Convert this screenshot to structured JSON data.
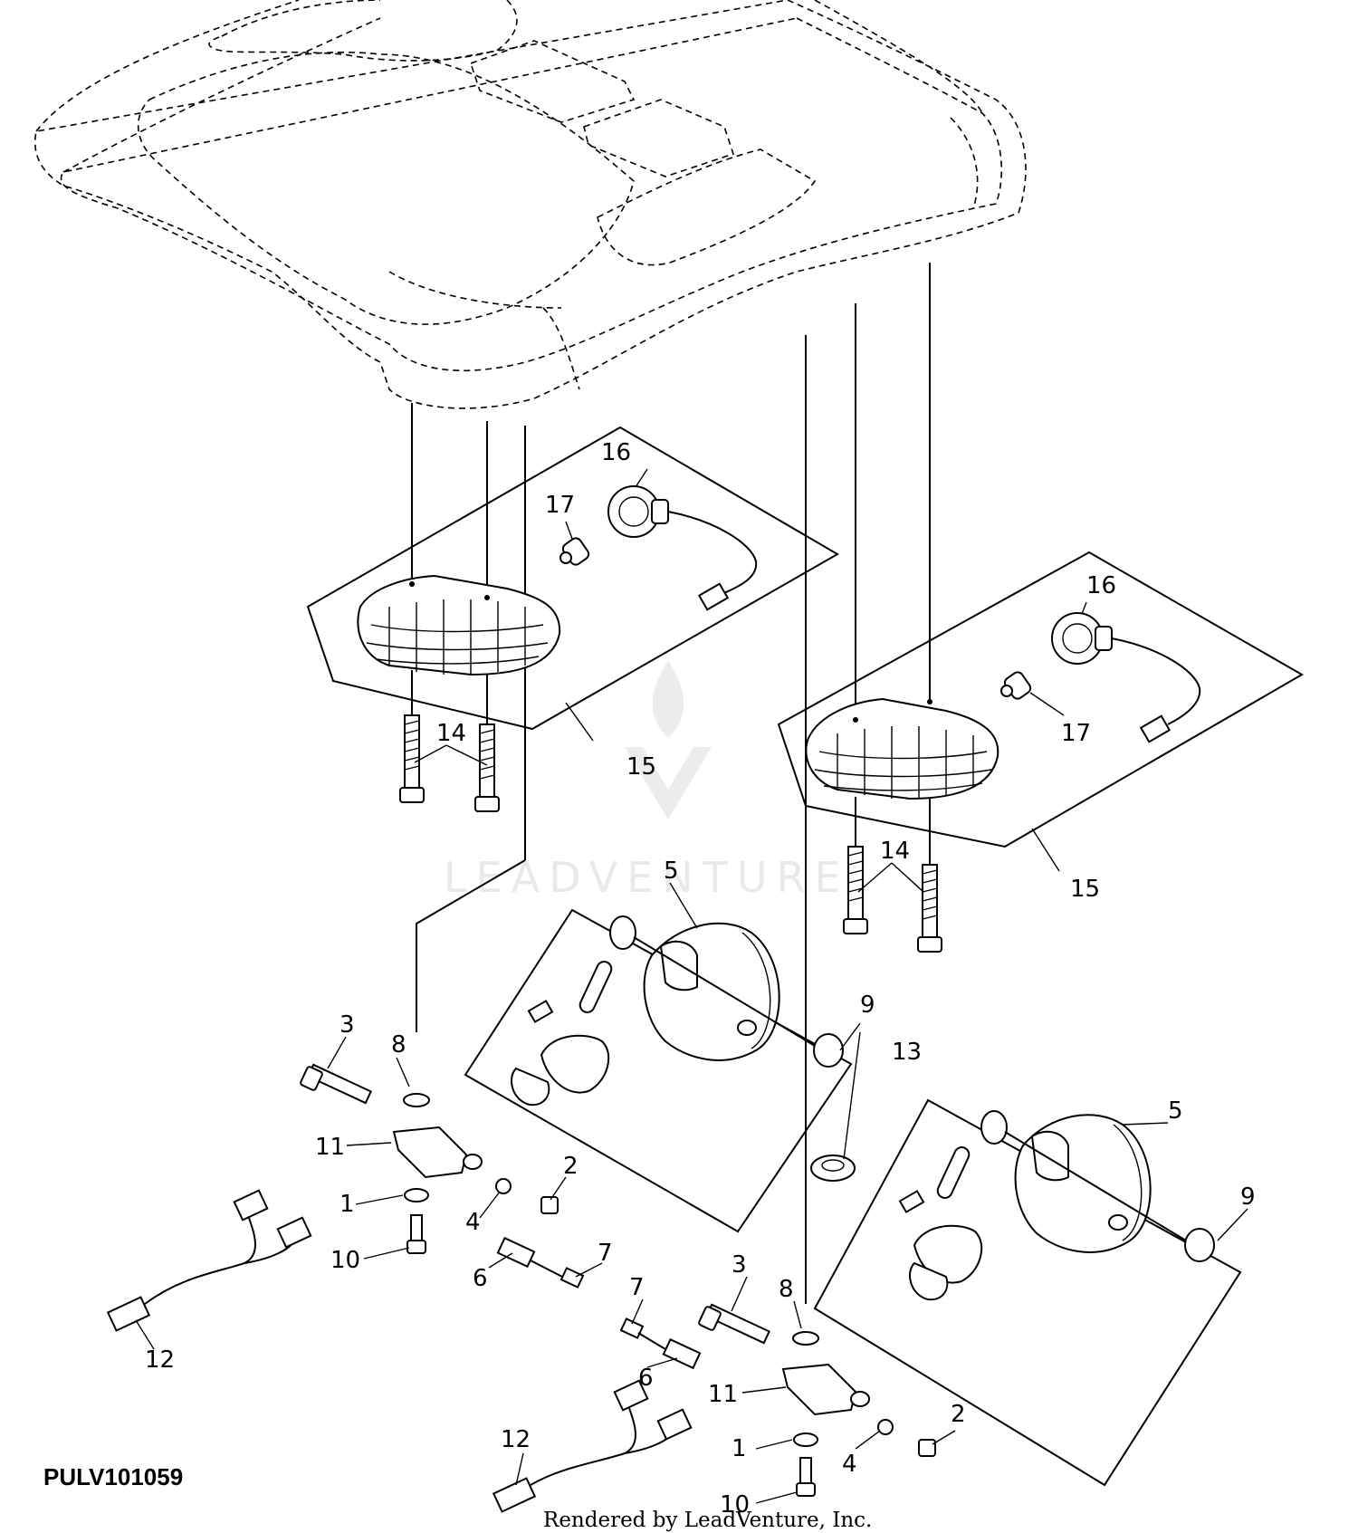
{
  "diagram": {
    "drawing_code": "PULV101059",
    "credit": "Rendered by LeadVenture, Inc.",
    "watermark": "LEADVENTURE",
    "callouts": {
      "c1a": "1",
      "c1b": "1",
      "c2a": "2",
      "c2b": "2",
      "c3a": "3",
      "c3b": "3",
      "c4a": "4",
      "c4b": "4",
      "c5a": "5",
      "c5b": "5",
      "c6a": "6",
      "c6b": "6",
      "c7a": "7",
      "c7b": "7",
      "c8a": "8",
      "c8b": "8",
      "c9a": "9",
      "c9b": "9",
      "c10a": "10",
      "c10b": "10",
      "c11a": "11",
      "c11b": "11",
      "c12a": "12",
      "c12b": "12",
      "c13": "13",
      "c14a": "14",
      "c14b": "14",
      "c15a": "15",
      "c15b": "15",
      "c16a": "16",
      "c16b": "16",
      "c17a": "17",
      "c17b": "17"
    }
  }
}
